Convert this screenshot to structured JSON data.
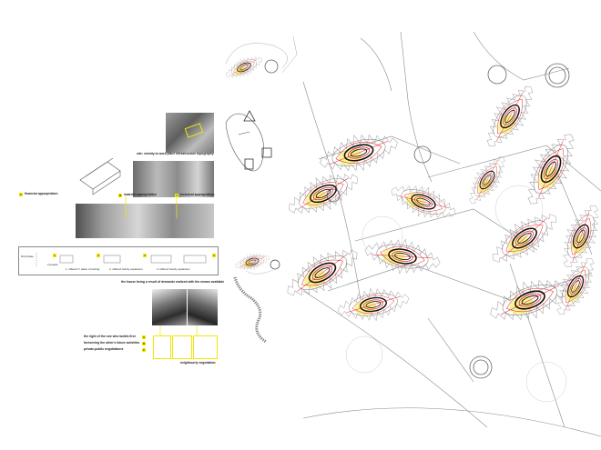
{
  "colors": {
    "accent_yellow": "#f2e600",
    "accent_red": "#e32626",
    "line_gray": "#8a8a8a",
    "ink": "#111111"
  },
  "site_caption": "site: vicinity to work place infrastructure topography",
  "appropriation": {
    "financial": {
      "marker": "F",
      "label": "financial appropriation"
    },
    "material": {
      "marker": "M",
      "label": "material appropriation"
    },
    "technical": {
      "marker": "T",
      "label": "technical appropriation"
    }
  },
  "expansion_strip": {
    "start_label": "first phase",
    "step_labels": [
      "2 people",
      "1. offered 'x' place of sorting",
      "2. offered: family expansion",
      "3. offered: family expansion"
    ],
    "caption": "the house being a result of demands realized with the means available"
  },
  "negotiation": {
    "lines": [
      {
        "marker": "A",
        "label": "the right of the one who builds first"
      },
      {
        "marker": "B",
        "label": "foreseeing the other's future activities"
      },
      {
        "marker": "C",
        "label": "private-public negotiations"
      }
    ],
    "caption": "neighbourly negotiation"
  },
  "icons": [
    "warning-icon",
    "ghost-icon",
    "hook-icon"
  ]
}
